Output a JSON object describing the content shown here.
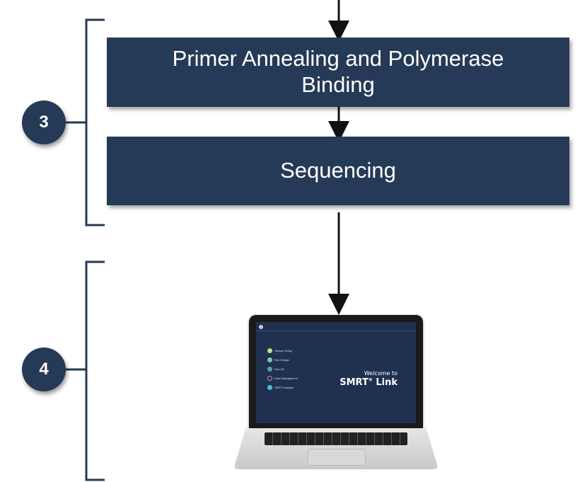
{
  "steps": [
    {
      "number": "3",
      "boxes": [
        "Primer Annealing and Polymerase Binding",
        "Sequencing"
      ]
    },
    {
      "number": "4"
    }
  ],
  "laptop_screen": {
    "menu_items": [
      "Sample Setup",
      "Run Design",
      "Run QC",
      "Data Management",
      "SMRT Analysis"
    ],
    "menu_colors": [
      "#c6e07a",
      "#7fc8a9",
      "#4fa6a6",
      "#c88ad8",
      "#4cc0d8"
    ],
    "welcome": "Welcome to",
    "brand": "SMRT",
    "brand_reg": "®",
    "brand_suffix": "Link"
  },
  "colors": {
    "box": "#253a56",
    "arrow": "#111111",
    "bracket": "#253a56"
  }
}
